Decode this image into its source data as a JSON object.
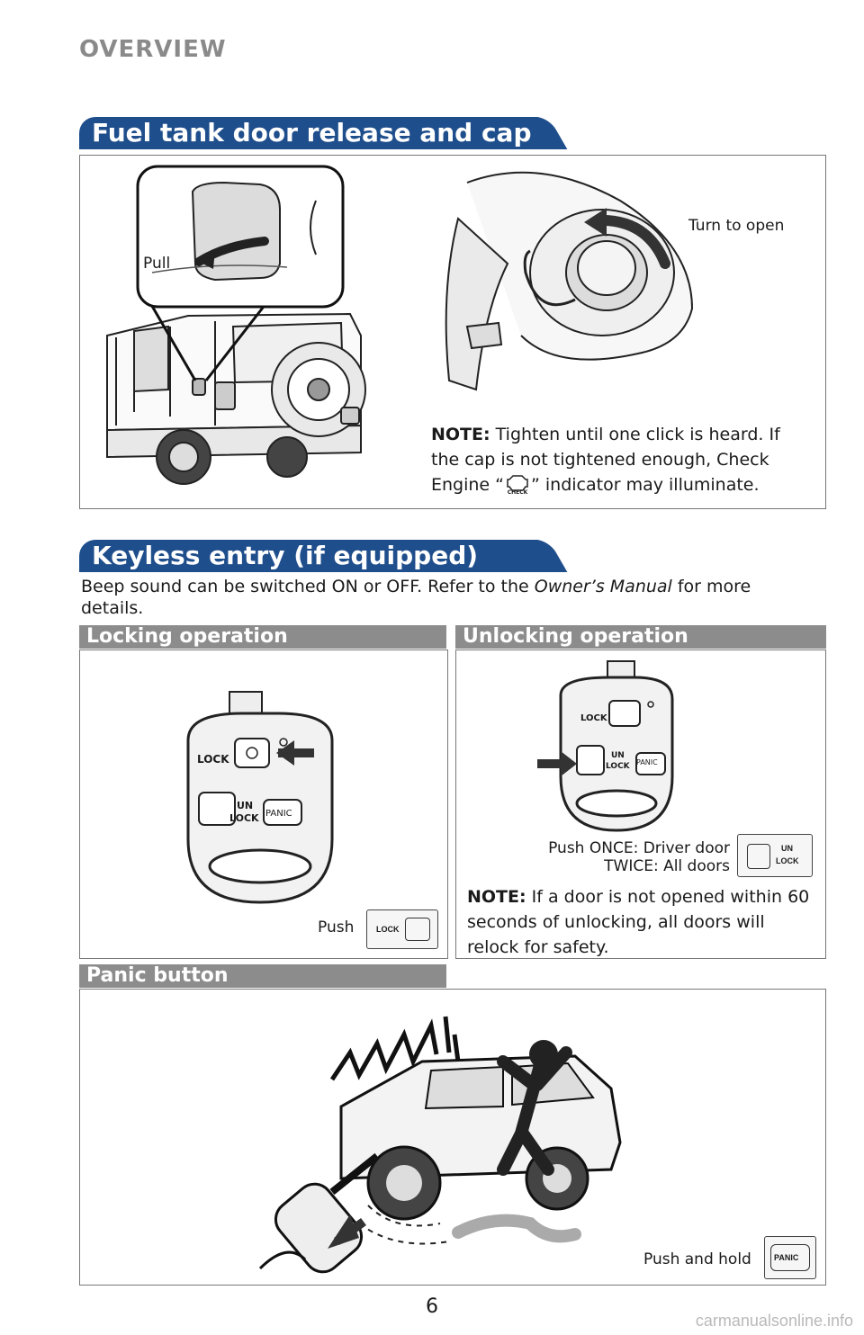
{
  "header": {
    "section": "OVERVIEW"
  },
  "fuel": {
    "title": "Fuel tank door release and cap",
    "pull_label": "Pull",
    "turn_label": "Turn to open",
    "note_label": "NOTE:",
    "note_part1": "Tighten until one click is heard. If the cap is not tightened enough, Check Engine “",
    "note_part2": "” indicator may illuminate.",
    "check_icon_text": "CHECK"
  },
  "keyless": {
    "title": "Keyless entry (if equipped)",
    "intro_part1": "Beep sound can be switched ON or OFF. Refer to the ",
    "intro_manual": "Owner’s Manual",
    "intro_part2": " for more details."
  },
  "key_labels": {
    "lock": "LOCK",
    "un": "UN",
    "unlock": "LOCK",
    "panic": "PANIC"
  },
  "locking": {
    "title": "Locking operation",
    "push_label": "Push"
  },
  "unlocking": {
    "title": "Unlocking operation",
    "push_once": "Push ONCE: Driver door",
    "twice": "TWICE: All doors",
    "note_label": "NOTE:",
    "note_text": "If a door is not opened within 60 seconds of unlocking, all doors will relock for safety."
  },
  "panic": {
    "title": "Panic button",
    "push_hold_label": "Push and hold"
  },
  "footer": {
    "page_number": "6",
    "watermark": "carmanualsonline.info"
  },
  "colors": {
    "accent_blue": "#1f4e8c",
    "bar_grey": "#8c8c8c"
  }
}
